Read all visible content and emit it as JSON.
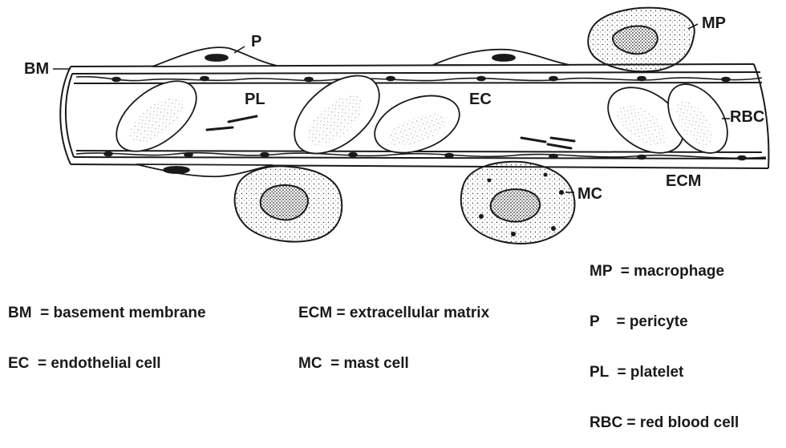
{
  "labels": {
    "bm": "BM",
    "p": "P",
    "pl": "PL",
    "ec": "EC",
    "mp": "MP",
    "rbc": "RBC",
    "ecm": "ECM",
    "mc": "MC"
  },
  "legend": {
    "col1": [
      "BM  = basement membrane",
      "EC  = endothelial cell"
    ],
    "col2": [
      "ECM = extracellular matrix",
      "MC  = mast cell"
    ],
    "col3": [
      "MP  = macrophage",
      "P    = pericyte",
      "PL  = platelet",
      "RBC = red blood cell"
    ]
  }
}
